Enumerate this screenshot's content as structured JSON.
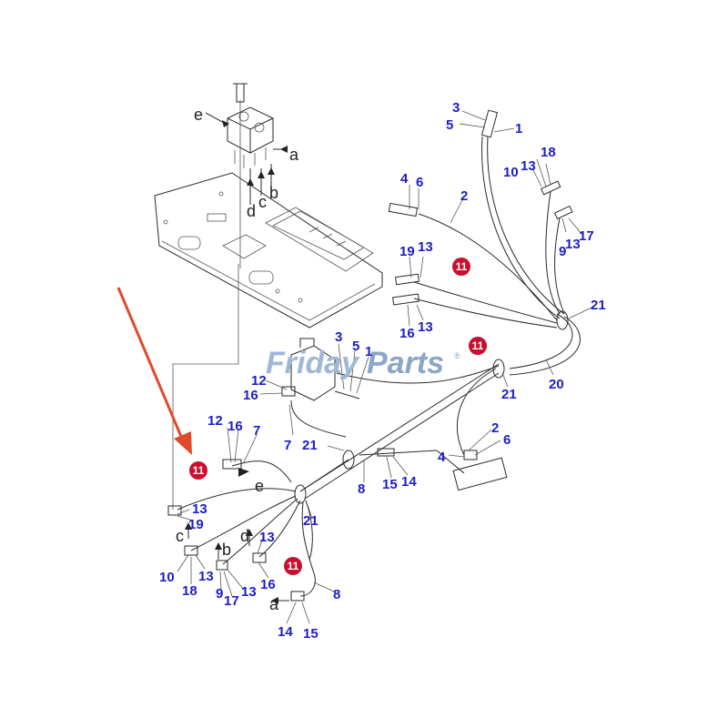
{
  "watermark": {
    "part1": "Friday",
    "part2": "Parts",
    "mark": "®"
  },
  "colors": {
    "label": "#1d1dc8",
    "badge": "#c8102e",
    "arrow": "#e04a2c"
  },
  "badge_label": "11",
  "letters": {
    "a": "a",
    "b": "b",
    "c": "c",
    "d": "d",
    "e": "e"
  },
  "callouts": {
    "n1a": "1",
    "n1b": "1",
    "n2a": "2",
    "n2b": "2",
    "n3a": "3",
    "n3b": "3",
    "n4a": "4",
    "n4b": "4",
    "n5a": "5",
    "n5b": "5",
    "n6a": "6",
    "n6b": "6",
    "n7a": "7",
    "n7b": "7",
    "n8a": "8",
    "n8b": "8",
    "n9a": "9",
    "n9b": "9",
    "n10a": "10",
    "n10b": "10",
    "n12a": "12",
    "n12b": "12",
    "n13a": "13",
    "n13b": "13",
    "n13c": "13",
    "n13d": "13",
    "n13e": "13",
    "n13f": "13",
    "n13g": "13",
    "n13h": "13",
    "n14a": "14",
    "n14b": "14",
    "n15a": "15",
    "n15b": "15",
    "n16a": "16",
    "n16b": "16",
    "n16c": "16",
    "n16d": "16",
    "n17a": "17",
    "n17b": "17",
    "n18a": "18",
    "n18b": "18",
    "n19a": "19",
    "n19b": "19",
    "n20": "20",
    "n21a": "21",
    "n21b": "21",
    "n21c": "21",
    "n21d": "21"
  }
}
